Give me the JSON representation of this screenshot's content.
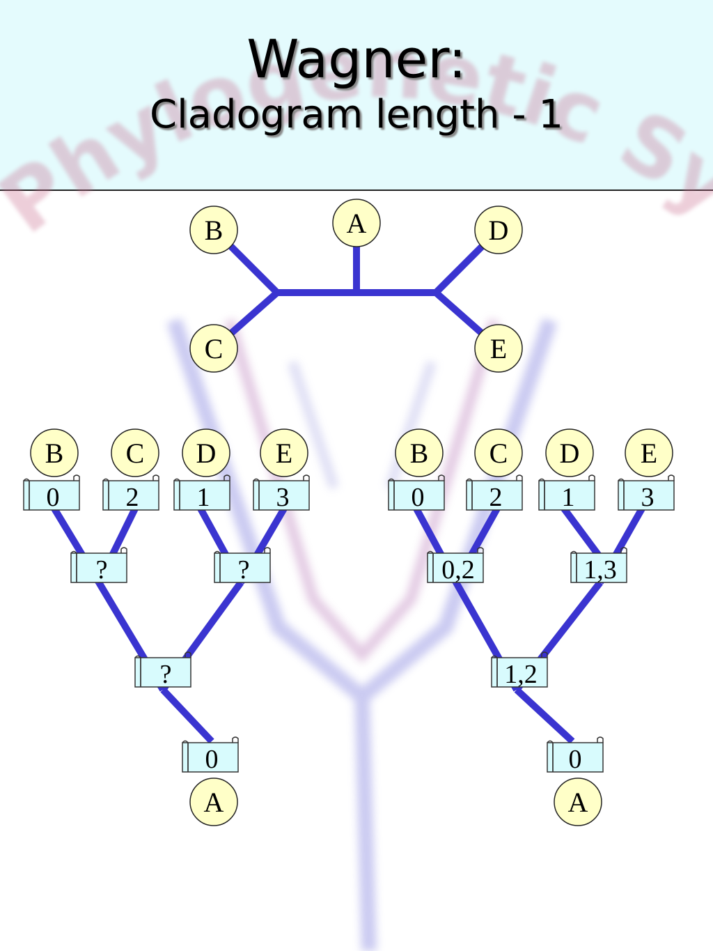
{
  "title": "Wagner:",
  "subtitle": "Cladogram length - 1",
  "watermark": "Phylogenetic Systematics",
  "colors": {
    "branch": "#3a34d0",
    "node_fill": "#ffffc8",
    "box_fill": "#d8fbfd",
    "header_bg": "#e4fbfd"
  },
  "unrooted_tree": {
    "taxa": [
      "A",
      "B",
      "C",
      "D",
      "E"
    ]
  },
  "left_tree": {
    "tips": [
      {
        "taxon": "B",
        "state": "0"
      },
      {
        "taxon": "C",
        "state": "2"
      },
      {
        "taxon": "D",
        "state": "1"
      },
      {
        "taxon": "E",
        "state": "3"
      }
    ],
    "internal": [
      "?",
      "?",
      "?"
    ],
    "root": {
      "taxon": "A",
      "state": "0"
    }
  },
  "right_tree": {
    "tips": [
      {
        "taxon": "B",
        "state": "0"
      },
      {
        "taxon": "C",
        "state": "2"
      },
      {
        "taxon": "D",
        "state": "1"
      },
      {
        "taxon": "E",
        "state": "3"
      }
    ],
    "internal": [
      "0,2",
      "1,3",
      "1,2"
    ],
    "root": {
      "taxon": "A",
      "state": "0"
    }
  }
}
